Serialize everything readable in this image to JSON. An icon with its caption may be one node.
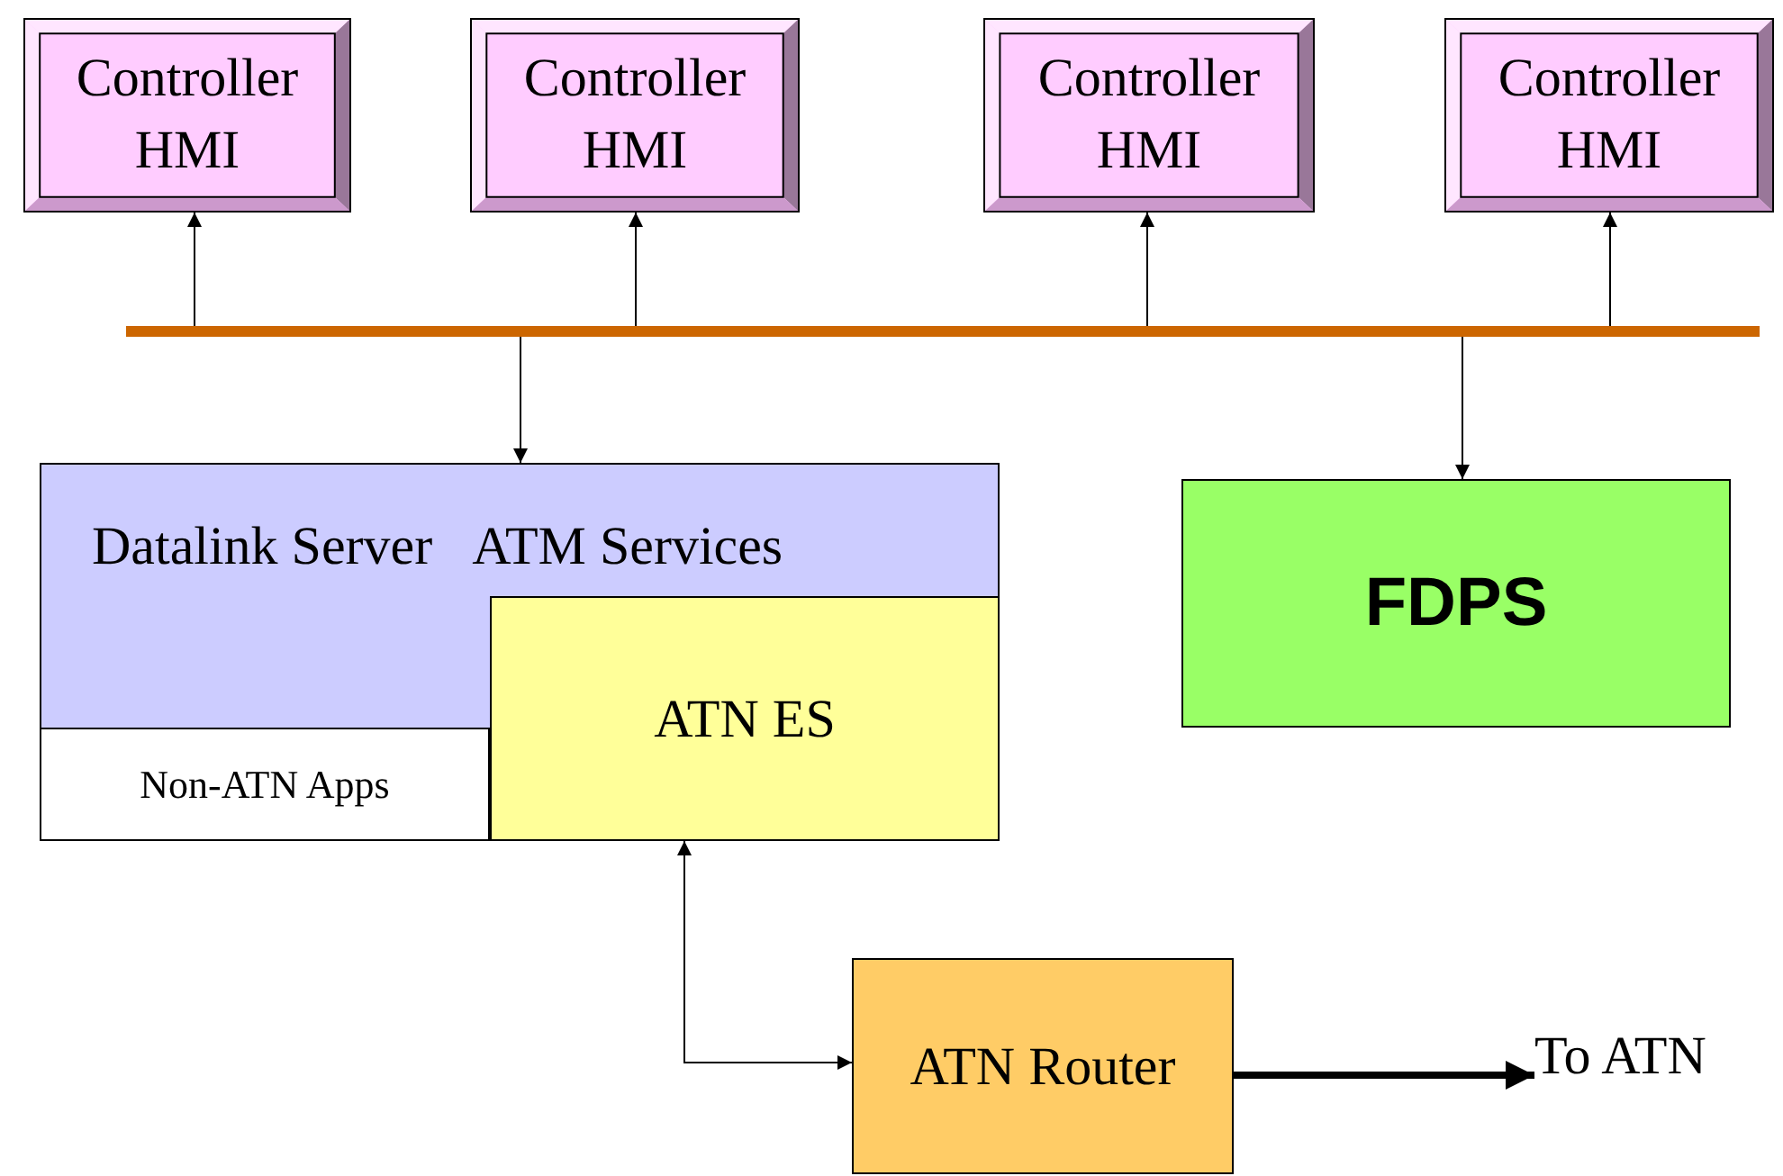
{
  "diagram": {
    "nodes": [
      {
        "text": [
          "Controller HMI"
        ]
      },
      {
        "text": [
          "Controller HMI"
        ]
      },
      {
        "text": [
          "Controller HMI"
        ]
      },
      {
        "text": [
          "Controller HMI"
        ]
      },
      {
        "text": [],
        "shape": "bar"
      },
      {
        "text": [
          "Datalink Server",
          "ATM Services"
        ]
      },
      {
        "text": [
          "Non-ATN Apps"
        ],
        "in": 5
      },
      {
        "text": [
          "ATN ES"
        ],
        "in": 5
      },
      {
        "text": [
          "FDPS"
        ]
      },
      {
        "text": [
          "ATN Router"
        ]
      },
      {
        "text": [
          "To ATN"
        ]
      }
    ],
    "edges": [
      {
        "from": 4,
        "to": 0,
        "arrow": "to"
      },
      {
        "from": 4,
        "to": 1,
        "arrow": "to"
      },
      {
        "from": 4,
        "to": 2,
        "arrow": "to"
      },
      {
        "from": 4,
        "to": 3,
        "arrow": "to"
      },
      {
        "from": 4,
        "to": 5,
        "arrow": "to"
      },
      {
        "from": 4,
        "to": 8,
        "arrow": "to"
      },
      {
        "from": 7,
        "to": 9,
        "arrow": "both"
      },
      {
        "from": 9,
        "to": 10,
        "arrow": "to",
        "style": "thick"
      }
    ]
  }
}
